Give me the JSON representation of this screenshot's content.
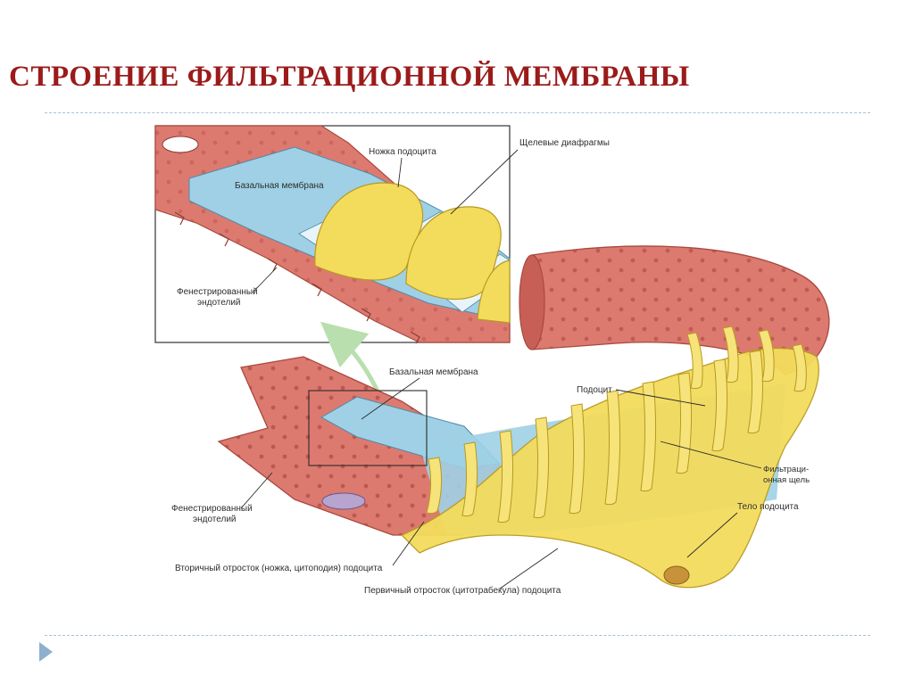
{
  "title": "СТРОЕНИЕ ФИЛЬТРАЦИОННОЙ МЕМБРАНЫ",
  "colors": {
    "title": "#9b1b1b",
    "rule": "#a9c2d6",
    "bullet": "#8eb0cf",
    "endothelium": "#d9756b",
    "endothelium_dark": "#b5574f",
    "basement": "#9ccde3",
    "podocyte": "#f2dc5a",
    "podocyte_dark": "#c9ad2a",
    "arrow": "#b9dfae"
  },
  "inset": {
    "labels": {
      "podocyte_foot": "Ножка подоцита",
      "slit_diaphragms": "Щелевые диафрагмы",
      "basement_membrane": "Базальная мембрана",
      "fenestrated_endothelium_l1": "Фенестрированный",
      "fenestrated_endothelium_l2": "эндотелий"
    }
  },
  "main": {
    "labels": {
      "basement_membrane": "Базальная мембрана",
      "podocyte": "Подоцит",
      "filtration_slit_l1": "Фильтраци-",
      "filtration_slit_l2": "онная щель",
      "podocyte_body": "Тело подоцита",
      "fenestrated_endothelium_l1": "Фенестрированный",
      "fenestrated_endothelium_l2": "эндотелий",
      "secondary_process": "Вторичный отросток (ножка, цитоподия) подоцита",
      "primary_process": "Первичный отросток (цитотрабекула) подоцита"
    }
  }
}
